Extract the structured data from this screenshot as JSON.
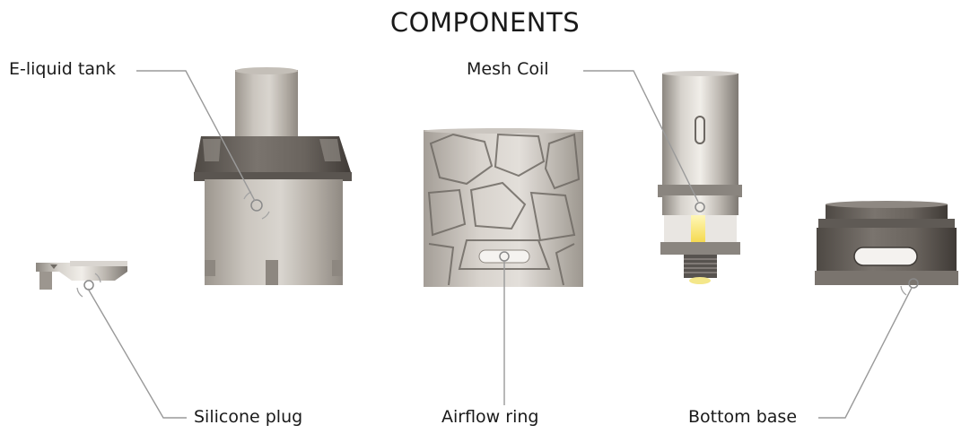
{
  "title": "COMPONENTS",
  "parts": {
    "e_liquid_tank": "E-liquid tank",
    "mesh_coil": "Mesh Coil",
    "silicone_plug": "Silicone plug",
    "airflow_ring": "Airflow ring",
    "bottom_base": "Bottom base"
  },
  "colors": {
    "leader_line": "#9a9a9a",
    "metal": "#b9b4ad",
    "smoke": "#7d7772",
    "text": "#1a1a1a"
  }
}
